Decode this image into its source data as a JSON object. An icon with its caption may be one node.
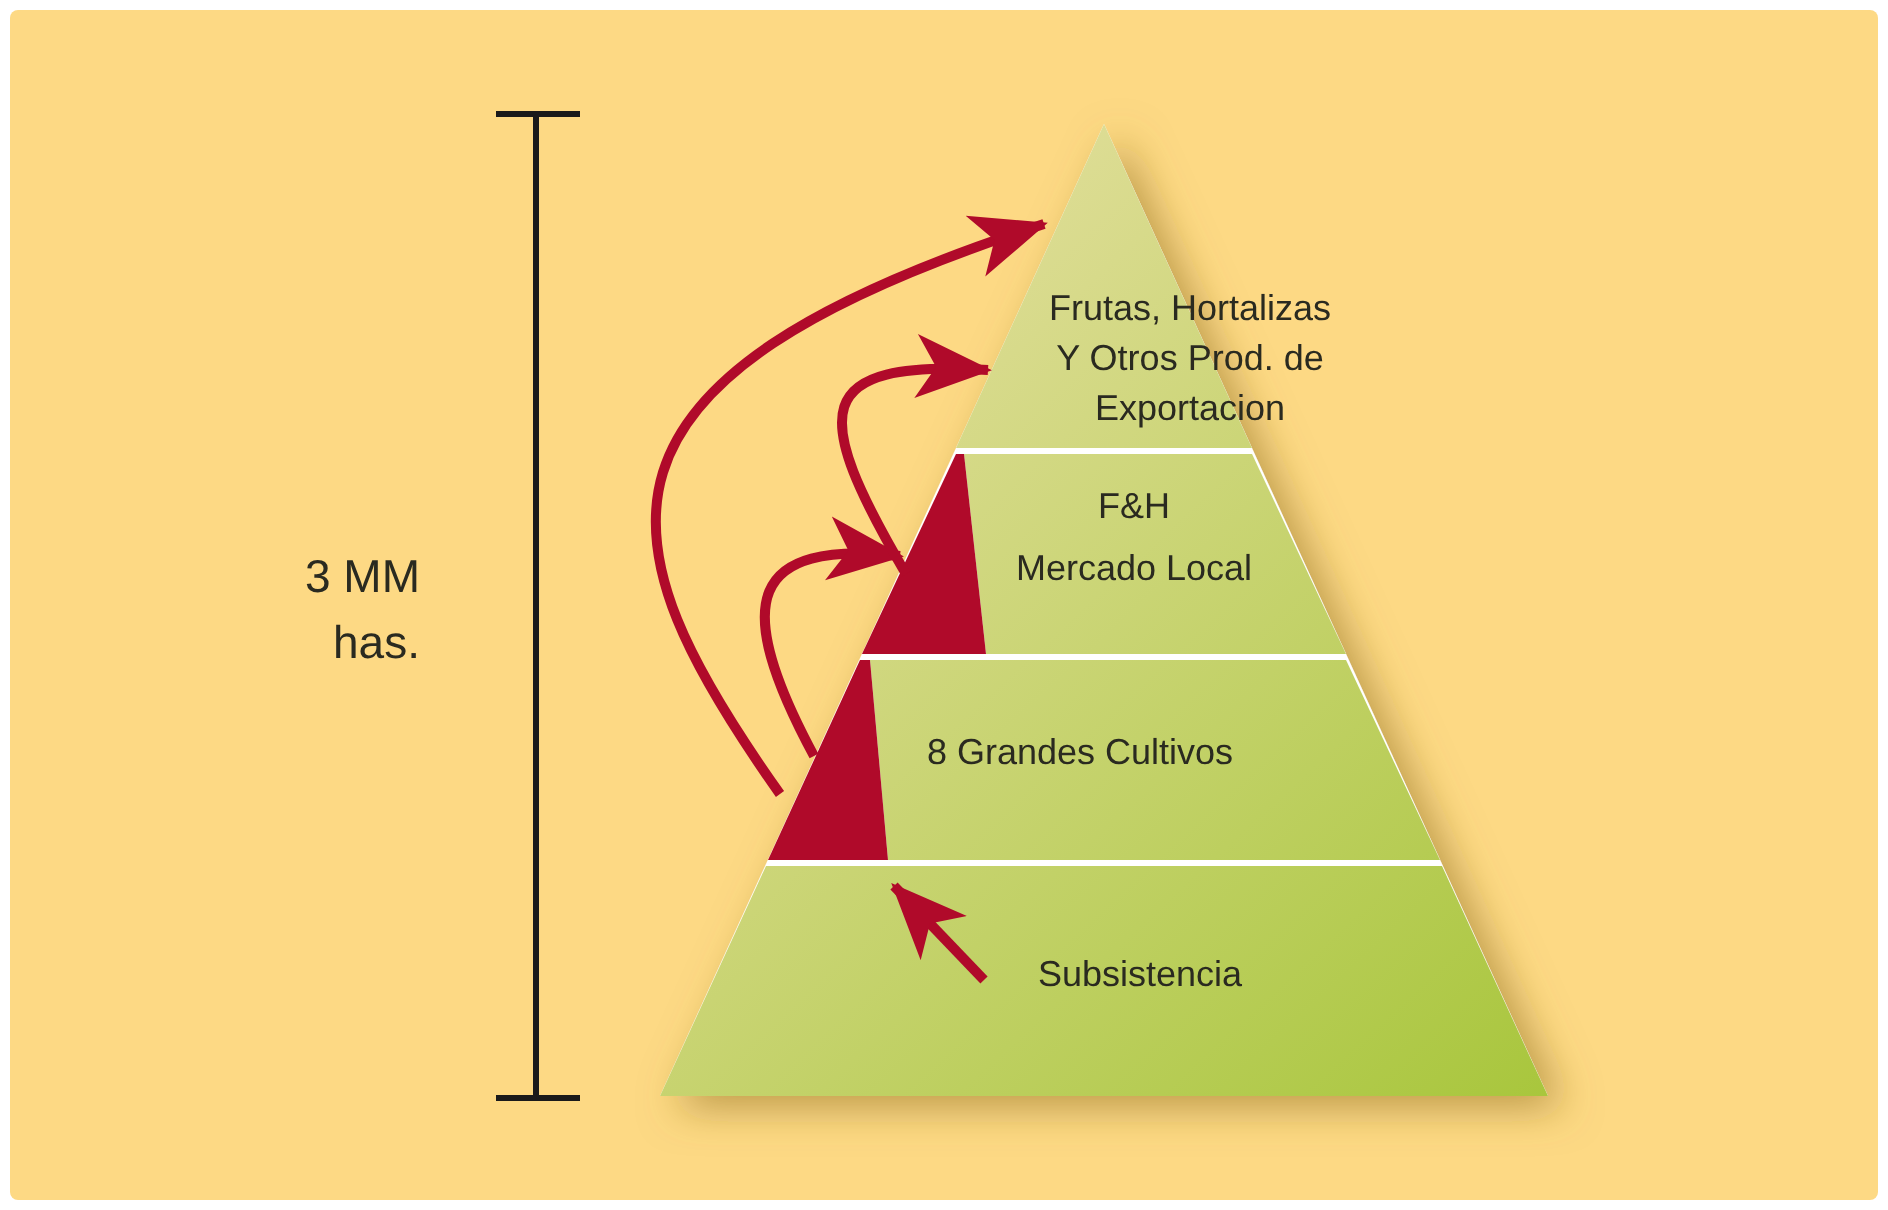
{
  "diagram": {
    "nodes": [
      {
        "text": [
          "Frutas, Hortalizas Y Otros Prod. de Exportacion"
        ]
      },
      {
        "text": [
          "F&H",
          "Mercado Local"
        ]
      },
      {
        "text": [],
        "shape": "triangle"
      },
      {
        "text": [
          "8 Grandes Cultivos"
        ]
      },
      {
        "text": [],
        "shape": "triangle"
      },
      {
        "text": [
          "Subsistencia"
        ]
      }
    ],
    "edges": [
      {
        "from": 4,
        "to": 0,
        "arrow": "to"
      },
      {
        "from": 4,
        "to": 2,
        "arrow": "to"
      },
      {
        "from": 2,
        "to": 0,
        "arrow": "to"
      },
      {
        "from": 5,
        "to": 4,
        "arrow": "to"
      }
    ],
    "labels": [
      "3 MM has."
    ]
  }
}
